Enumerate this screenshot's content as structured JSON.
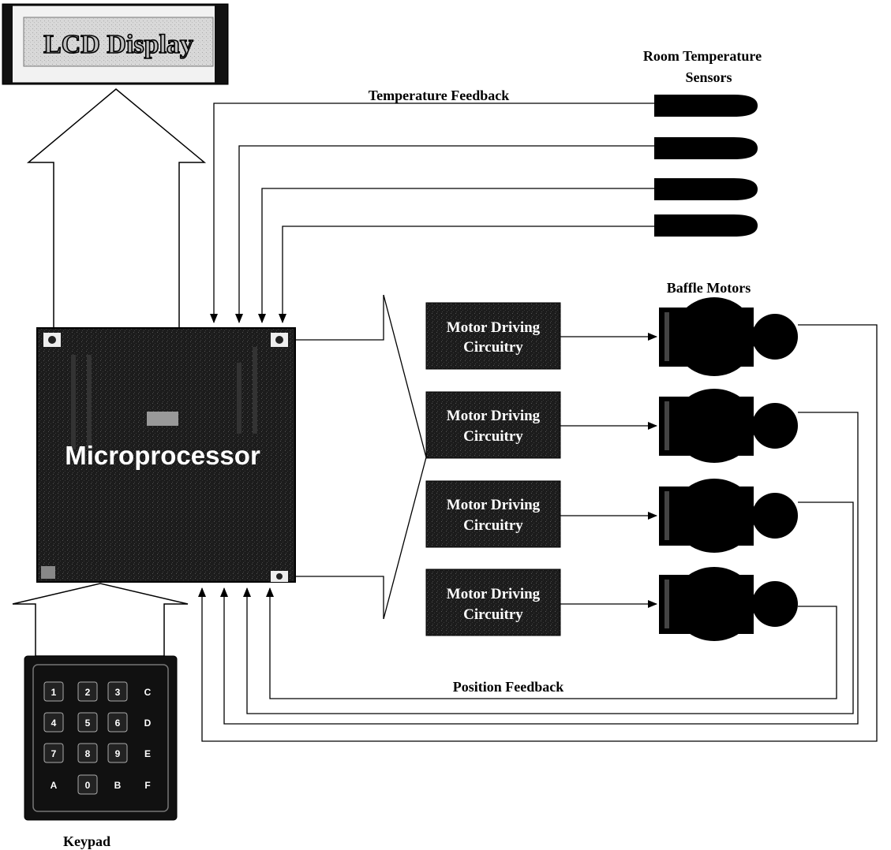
{
  "lcd_display": {
    "label": "LCD Display"
  },
  "sensors": {
    "title_line1": "Room Temperature",
    "title_line2": "Sensors",
    "count": 4
  },
  "temperature_feedback_label": "Temperature Feedback",
  "microprocessor_label": "Microprocessor",
  "motor_driving_circuitry": [
    {
      "line1": "Motor Driving",
      "line2": "Circuitry"
    },
    {
      "line1": "Motor Driving",
      "line2": "Circuitry"
    },
    {
      "line1": "Motor Driving",
      "line2": "Circuitry"
    },
    {
      "line1": "Motor Driving",
      "line2": "Circuitry"
    }
  ],
  "baffle_motors_label": "Baffle Motors",
  "position_feedback_label": "Position Feedback",
  "keypad": {
    "label": "Keypad",
    "keys": [
      [
        "1",
        "2",
        "3",
        "C"
      ],
      [
        "4",
        "5",
        "6",
        "D"
      ],
      [
        "7",
        "8",
        "9",
        "E"
      ],
      [
        "A",
        "0",
        "B",
        "F"
      ]
    ]
  },
  "colors": {
    "block_fill": "#1a1a1a",
    "line": "#000000",
    "background": "#ffffff"
  }
}
